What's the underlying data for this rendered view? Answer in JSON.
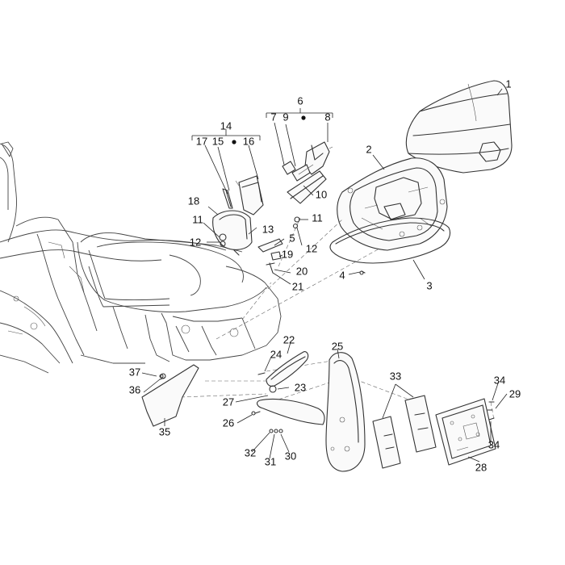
{
  "callouts": [
    {
      "id": "c1",
      "label": "1"
    },
    {
      "id": "c2",
      "label": "2"
    },
    {
      "id": "c3",
      "label": "3"
    },
    {
      "id": "c4",
      "label": "4"
    },
    {
      "id": "c5",
      "label": "5"
    },
    {
      "id": "c6",
      "label": "6"
    },
    {
      "id": "c7",
      "label": "7"
    },
    {
      "id": "c8",
      "label": "8"
    },
    {
      "id": "c9",
      "label": "9"
    },
    {
      "id": "c10",
      "label": "10"
    },
    {
      "id": "c11a",
      "label": "11"
    },
    {
      "id": "c11b",
      "label": "11"
    },
    {
      "id": "c12a",
      "label": "12"
    },
    {
      "id": "c12b",
      "label": "12"
    },
    {
      "id": "c13",
      "label": "13"
    },
    {
      "id": "c14",
      "label": "14"
    },
    {
      "id": "c15",
      "label": "15"
    },
    {
      "id": "c16",
      "label": "16"
    },
    {
      "id": "c17",
      "label": "17"
    },
    {
      "id": "c18",
      "label": "18"
    },
    {
      "id": "c19",
      "label": "19"
    },
    {
      "id": "c20",
      "label": "20"
    },
    {
      "id": "c21",
      "label": "21"
    },
    {
      "id": "c22",
      "label": "22"
    },
    {
      "id": "c23",
      "label": "23"
    },
    {
      "id": "c24",
      "label": "24"
    },
    {
      "id": "c25",
      "label": "25"
    },
    {
      "id": "c26",
      "label": "26"
    },
    {
      "id": "c27",
      "label": "27"
    },
    {
      "id": "c28",
      "label": "28"
    },
    {
      "id": "c29",
      "label": "29"
    },
    {
      "id": "c30",
      "label": "30"
    },
    {
      "id": "c31",
      "label": "31"
    },
    {
      "id": "c32",
      "label": "32"
    },
    {
      "id": "c33",
      "label": "33"
    },
    {
      "id": "c34a",
      "label": "34"
    },
    {
      "id": "c34b",
      "label": "34"
    },
    {
      "id": "c35",
      "label": "35"
    },
    {
      "id": "c36",
      "label": "36"
    },
    {
      "id": "c37",
      "label": "37"
    }
  ]
}
